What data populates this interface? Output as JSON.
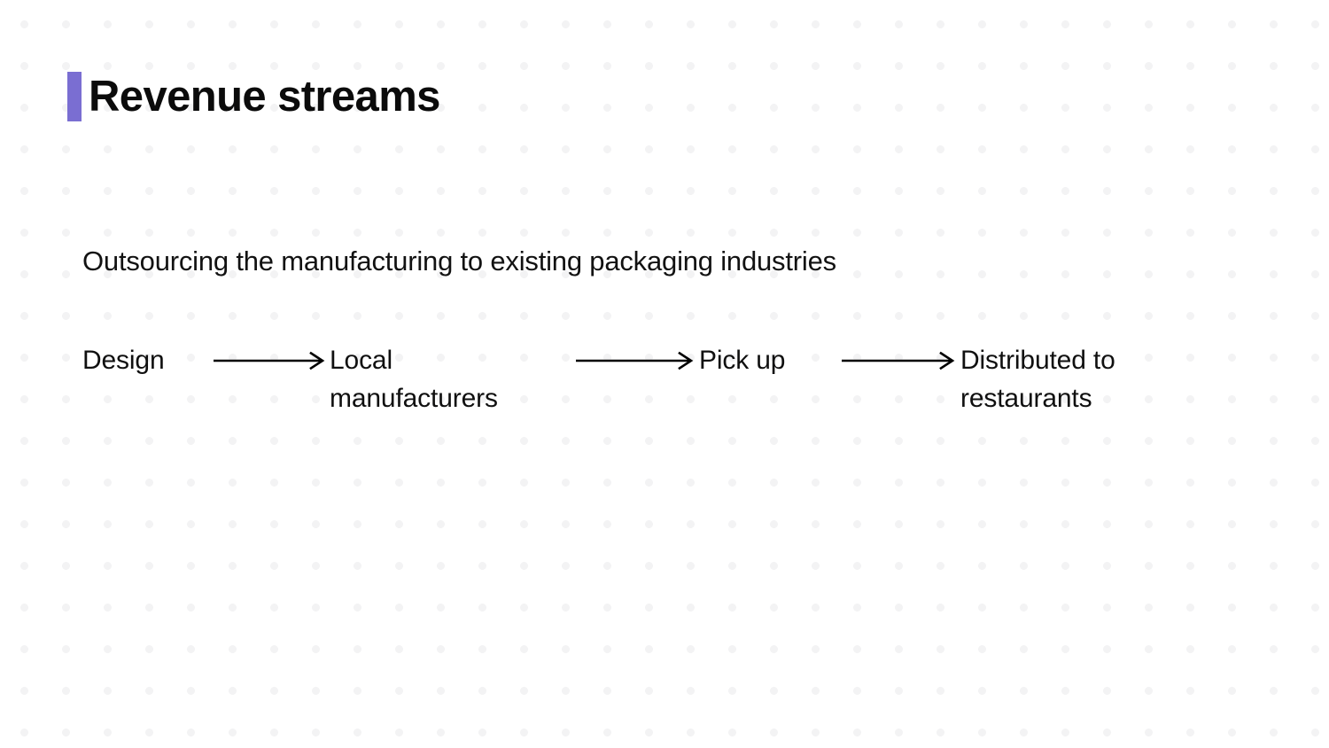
{
  "slide": {
    "title": "Revenue streams",
    "accent_color": "#7a6ed2",
    "background_color": "#ffffff",
    "dot_color": "#f3f3f4",
    "text_color": "#0d0d0d",
    "subtitle": "Outsourcing the manufacturing to existing packaging industries"
  },
  "flow": {
    "arrow_glyph": "arrow-right",
    "steps": [
      {
        "label": "Design"
      },
      {
        "label": "Local\nmanufacturers"
      },
      {
        "label": "Pick up"
      },
      {
        "label": "Distributed to\nrestaurants"
      }
    ]
  }
}
